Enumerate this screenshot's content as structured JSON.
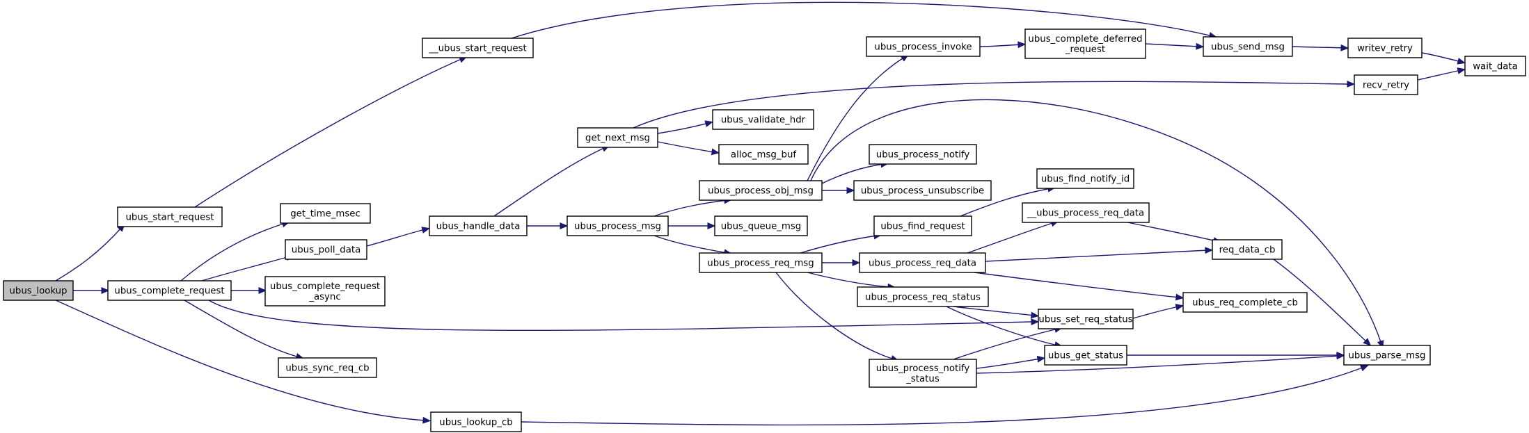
{
  "graph": {
    "root": "ubus_lookup",
    "nodes": [
      {
        "id": "ubus_lookup",
        "lines": [
          "ubus_lookup"
        ]
      },
      {
        "id": "ubus_start_request",
        "lines": [
          "ubus_start_request"
        ]
      },
      {
        "id": "__ubus_start_request",
        "lines": [
          "__ubus_start_request"
        ]
      },
      {
        "id": "ubus_complete_request",
        "lines": [
          "ubus_complete_request"
        ]
      },
      {
        "id": "get_time_msec",
        "lines": [
          "get_time_msec"
        ]
      },
      {
        "id": "ubus_poll_data",
        "lines": [
          "ubus_poll_data"
        ]
      },
      {
        "id": "ubus_complete_request_async",
        "lines": [
          "ubus_complete_request",
          "_async"
        ]
      },
      {
        "id": "ubus_sync_req_cb",
        "lines": [
          "ubus_sync_req_cb"
        ]
      },
      {
        "id": "ubus_lookup_cb",
        "lines": [
          "ubus_lookup_cb"
        ]
      },
      {
        "id": "ubus_handle_data",
        "lines": [
          "ubus_handle_data"
        ]
      },
      {
        "id": "get_next_msg",
        "lines": [
          "get_next_msg"
        ]
      },
      {
        "id": "ubus_validate_hdr",
        "lines": [
          "ubus_validate_hdr"
        ]
      },
      {
        "id": "alloc_msg_buf",
        "lines": [
          "alloc_msg_buf"
        ]
      },
      {
        "id": "ubus_process_msg",
        "lines": [
          "ubus_process_msg"
        ]
      },
      {
        "id": "ubus_process_obj_msg",
        "lines": [
          "ubus_process_obj_msg"
        ]
      },
      {
        "id": "ubus_queue_msg",
        "lines": [
          "ubus_queue_msg"
        ]
      },
      {
        "id": "ubus_process_req_msg",
        "lines": [
          "ubus_process_req_msg"
        ]
      },
      {
        "id": "ubus_process_invoke",
        "lines": [
          "ubus_process_invoke"
        ]
      },
      {
        "id": "ubus_process_notify",
        "lines": [
          "ubus_process_notify"
        ]
      },
      {
        "id": "ubus_process_unsubscribe",
        "lines": [
          "ubus_process_unsubscribe"
        ]
      },
      {
        "id": "ubus_find_request",
        "lines": [
          "ubus_find_request"
        ]
      },
      {
        "id": "ubus_process_req_data",
        "lines": [
          "ubus_process_req_data"
        ]
      },
      {
        "id": "ubus_process_req_status",
        "lines": [
          "ubus_process_req_status"
        ]
      },
      {
        "id": "ubus_process_notify_status",
        "lines": [
          "ubus_process_notify",
          "_status"
        ]
      },
      {
        "id": "ubus_complete_deferred_request",
        "lines": [
          "ubus_complete_deferred",
          "_request"
        ]
      },
      {
        "id": "ubus_find_notify_id",
        "lines": [
          "ubus_find_notify_id"
        ]
      },
      {
        "id": "__ubus_process_req_data",
        "lines": [
          "__ubus_process_req_data"
        ]
      },
      {
        "id": "ubus_set_req_status",
        "lines": [
          "ubus_set_req_status"
        ]
      },
      {
        "id": "ubus_get_status",
        "lines": [
          "ubus_get_status"
        ]
      },
      {
        "id": "ubus_send_msg",
        "lines": [
          "ubus_send_msg"
        ]
      },
      {
        "id": "req_data_cb",
        "lines": [
          "req_data_cb"
        ]
      },
      {
        "id": "ubus_req_complete_cb",
        "lines": [
          "ubus_req_complete_cb"
        ]
      },
      {
        "id": "recv_retry",
        "lines": [
          "recv_retry"
        ]
      },
      {
        "id": "writev_retry",
        "lines": [
          "writev_retry"
        ]
      },
      {
        "id": "wait_data",
        "lines": [
          "wait_data"
        ]
      },
      {
        "id": "ubus_parse_msg",
        "lines": [
          "ubus_parse_msg"
        ]
      }
    ],
    "edges": [
      {
        "from": "ubus_lookup",
        "to": "ubus_start_request"
      },
      {
        "from": "ubus_lookup",
        "to": "ubus_complete_request"
      },
      {
        "from": "ubus_lookup",
        "to": "ubus_lookup_cb"
      },
      {
        "from": "ubus_start_request",
        "to": "__ubus_start_request"
      },
      {
        "from": "__ubus_start_request",
        "to": "ubus_send_msg"
      },
      {
        "from": "ubus_complete_request",
        "to": "get_time_msec"
      },
      {
        "from": "ubus_complete_request",
        "to": "ubus_poll_data"
      },
      {
        "from": "ubus_complete_request",
        "to": "ubus_complete_request_async"
      },
      {
        "from": "ubus_complete_request",
        "to": "ubus_sync_req_cb"
      },
      {
        "from": "ubus_complete_request",
        "to": "ubus_set_req_status"
      },
      {
        "from": "ubus_poll_data",
        "to": "ubus_handle_data"
      },
      {
        "from": "ubus_handle_data",
        "to": "get_next_msg"
      },
      {
        "from": "ubus_handle_data",
        "to": "ubus_process_msg"
      },
      {
        "from": "get_next_msg",
        "to": "recv_retry"
      },
      {
        "from": "get_next_msg",
        "to": "ubus_validate_hdr"
      },
      {
        "from": "get_next_msg",
        "to": "alloc_msg_buf"
      },
      {
        "from": "ubus_process_msg",
        "to": "ubus_process_obj_msg"
      },
      {
        "from": "ubus_process_msg",
        "to": "ubus_queue_msg"
      },
      {
        "from": "ubus_process_msg",
        "to": "ubus_process_req_msg"
      },
      {
        "from": "ubus_process_obj_msg",
        "to": "ubus_process_invoke"
      },
      {
        "from": "ubus_process_obj_msg",
        "to": "ubus_parse_msg"
      },
      {
        "from": "ubus_process_obj_msg",
        "to": "ubus_process_notify"
      },
      {
        "from": "ubus_process_obj_msg",
        "to": "ubus_process_unsubscribe"
      },
      {
        "from": "ubus_process_invoke",
        "to": "ubus_complete_deferred_request"
      },
      {
        "from": "ubus_complete_deferred_request",
        "to": "ubus_send_msg"
      },
      {
        "from": "ubus_send_msg",
        "to": "writev_retry"
      },
      {
        "from": "writev_retry",
        "to": "wait_data"
      },
      {
        "from": "recv_retry",
        "to": "wait_data"
      },
      {
        "from": "ubus_process_req_msg",
        "to": "ubus_find_request"
      },
      {
        "from": "ubus_process_req_msg",
        "to": "ubus_process_req_data"
      },
      {
        "from": "ubus_process_req_msg",
        "to": "ubus_process_req_status"
      },
      {
        "from": "ubus_process_req_msg",
        "to": "ubus_process_notify_status"
      },
      {
        "from": "ubus_find_request",
        "to": "ubus_find_notify_id"
      },
      {
        "from": "ubus_process_req_data",
        "to": "__ubus_process_req_data"
      },
      {
        "from": "ubus_process_req_data",
        "to": "req_data_cb"
      },
      {
        "from": "ubus_process_req_data",
        "to": "ubus_req_complete_cb"
      },
      {
        "from": "__ubus_process_req_data",
        "to": "req_data_cb"
      },
      {
        "from": "req_data_cb",
        "to": "ubus_parse_msg"
      },
      {
        "from": "ubus_process_req_status",
        "to": "ubus_set_req_status"
      },
      {
        "from": "ubus_process_req_status",
        "to": "ubus_get_status"
      },
      {
        "from": "ubus_process_notify_status",
        "to": "ubus_set_req_status"
      },
      {
        "from": "ubus_process_notify_status",
        "to": "ubus_get_status"
      },
      {
        "from": "ubus_process_notify_status",
        "to": "ubus_parse_msg"
      },
      {
        "from": "ubus_set_req_status",
        "to": "ubus_req_complete_cb"
      },
      {
        "from": "ubus_get_status",
        "to": "ubus_parse_msg"
      },
      {
        "from": "ubus_lookup_cb",
        "to": "ubus_parse_msg"
      }
    ]
  }
}
